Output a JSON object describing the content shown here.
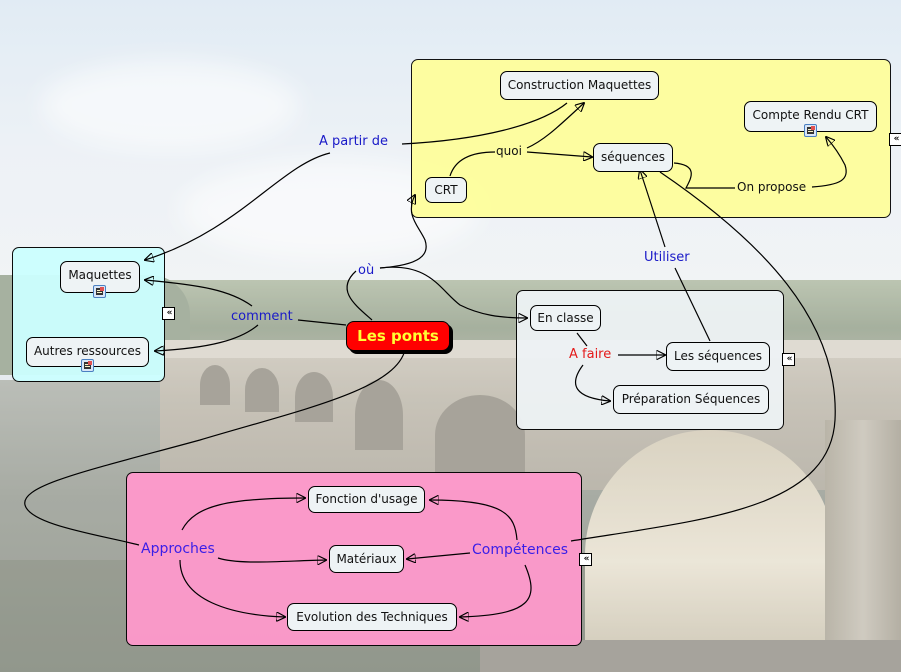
{
  "map_title": "Les ponts",
  "root": {
    "label": "Les ponts",
    "fill_color": "#ff0000",
    "text_color": "#ffff33"
  },
  "groups": {
    "yellow": {
      "color": "#ffff99",
      "collapse_icon": "«"
    },
    "cyan": {
      "color": "#ccffff",
      "collapse_icon": "«"
    },
    "light": {
      "color": "#eef3f5",
      "collapse_icon": "«"
    },
    "pink": {
      "color": "#ff99cc",
      "collapse_icon": "«"
    }
  },
  "concepts": {
    "construction_maquettes": "Construction Maquettes",
    "compte_rendu_crt": "Compte Rendu CRT",
    "sequences": "séquences",
    "crt": "CRT",
    "maquettes": "Maquettes",
    "autres_ressources": "Autres ressources",
    "en_classe": "En classe",
    "les_sequences": "Les séquences",
    "preparation_sequences": "Préparation Séquences",
    "fonction_usage": "Fonction d'usage",
    "materiaux": "Matériaux",
    "evolution_techniques": "Evolution des Techniques"
  },
  "linking_phrases": {
    "a_partir_de": "A partir de",
    "quoi": "quoi",
    "on_propose": "On propose",
    "ou": "où",
    "comment": "comment",
    "utiliser": "Utiliser",
    "a_faire": "A faire",
    "approches": "Approches",
    "competences": "Compétences"
  },
  "resource_icons": [
    "document-icon",
    "document-icon",
    "document-icon"
  ],
  "colors": {
    "link_phrase_blue": "#1a1ac8",
    "link_phrase_violet": "#3a1ee8",
    "link_phrase_red": "#e41a1a",
    "concept_fill": "#eef3f5"
  }
}
